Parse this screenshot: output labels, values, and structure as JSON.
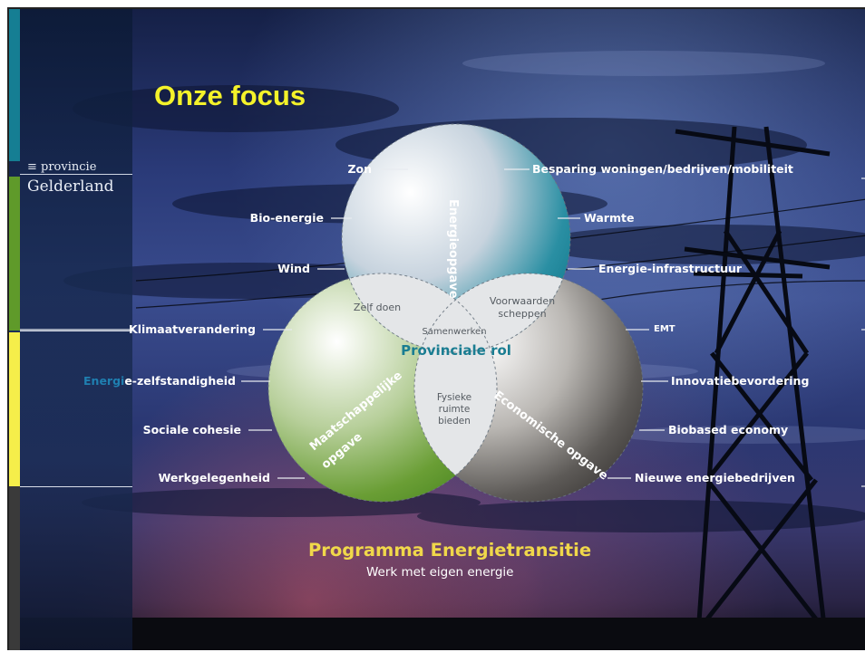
{
  "header": {
    "title": "Onze focus"
  },
  "logo": {
    "line1": "≡ provincie",
    "line2": "Gelderland"
  },
  "venn": {
    "top_circle": "Energieopgave",
    "left_circle_line1": "Maatschappelijke",
    "left_circle_line2": "opgave",
    "right_circle": "Economische opgave",
    "overlap_zelf": "Zelf doen",
    "overlap_voorwaarden_line1": "Voorwaarden",
    "overlap_voorwaarden_line2": "scheppen",
    "overlap_fysieke_line1": "Fysieke",
    "overlap_fysieke_line2": "ruimte",
    "overlap_fysieke_line3": "bieden",
    "center_small": "Samenwerken",
    "center_main": "Provinciale rol"
  },
  "labels_left": {
    "zon": "Zon",
    "bio": "Bio-energie",
    "wind": "Wind",
    "klimaat": "Klimaatverandering",
    "energie_prefix": "Energi",
    "energie_rest": "e-zelfstandigheid",
    "sociale": "Sociale cohesie",
    "werk": "Werkgelegenheid"
  },
  "labels_right": {
    "besparing": "Besparing woningen/bedrijven/mobiliteit",
    "warmte": "Warmte",
    "infra": "Energie-infrastructuur",
    "emt": "EMT",
    "innovatie": "Innovatiebevordering",
    "biobased": "Biobased economy",
    "nieuwe": "Nieuwe energiebedrijven"
  },
  "footer": {
    "programma": "Programma Energietransitie",
    "subtitle": "Werk met eigen energie"
  },
  "colors": {
    "title": "#f4f22a",
    "programma": "#f0d84a",
    "center_text": "#1a7d92",
    "top_circle": "#157e93",
    "left_circle": "#5f9a2a",
    "right_circle": "#4a4744"
  }
}
